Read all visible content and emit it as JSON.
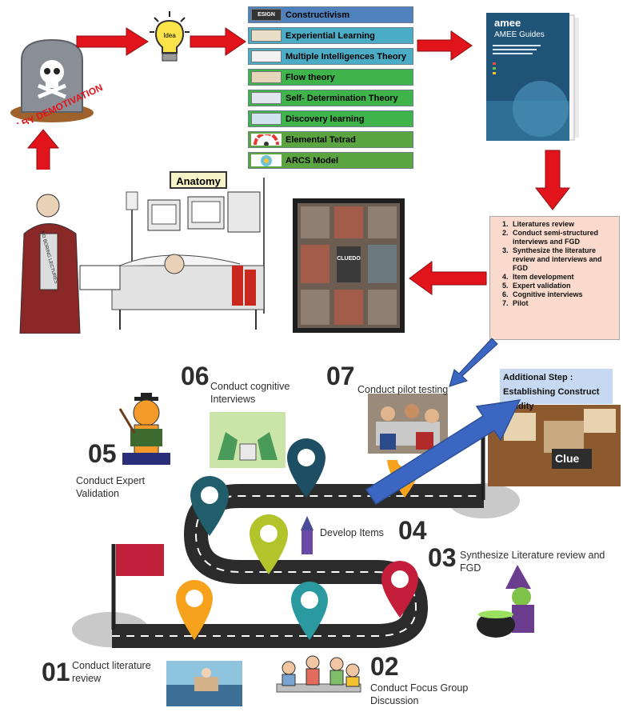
{
  "tombstone": {
    "label": "DEATH BY DEMOTIVATION"
  },
  "bulb": {
    "label": "Idea"
  },
  "theories": [
    {
      "label": "Constructivism",
      "thumb": "ESIGN"
    },
    {
      "label": "Experiential Learning"
    },
    {
      "label": "Multiple Intelligences Theory"
    },
    {
      "label": "Flow theory"
    },
    {
      "label": "Self- Determination Theory"
    },
    {
      "label": "Discovery learning"
    },
    {
      "label": "Elemental Tetrad"
    },
    {
      "label": "ARCS Model"
    }
  ],
  "theory_colors": [
    "#4f81bd",
    "#4bacc6",
    "#4bacc6",
    "#3eb44a",
    "#3eb44a",
    "#3eb44a",
    "#5aa540",
    "#5aa540"
  ],
  "amee": {
    "logo": "amee",
    "title": "AMEE Guides"
  },
  "anatomy": {
    "label": "Anatomy",
    "patient_sign": "NO BORING LECTURES"
  },
  "clue_board": {
    "label": "CLUEDO"
  },
  "steps_list": [
    "Literatures review",
    "Conduct semi-structured interviews and FGD",
    "Synthesize the literature review and interviews and FGD",
    "Item development",
    "Expert validation",
    "Cognitive interviews",
    "Pilot"
  ],
  "additional_step": "Additional Step : Establishing Construct Validity",
  "milestones": [
    {
      "num": "01",
      "caption": "Conduct literature review"
    },
    {
      "num": "02",
      "caption": "Conduct Focus Group Discussion"
    },
    {
      "num": "03",
      "caption": "Synthesize Literature review and FGD"
    },
    {
      "num": "04",
      "caption": "Develop Items"
    },
    {
      "num": "05",
      "caption": "Conduct Expert Validation"
    },
    {
      "num": "06",
      "caption": "Conduct cognitive Interviews"
    },
    {
      "num": "07",
      "caption": "Conduct pilot testing"
    }
  ],
  "clue_box": {
    "label": "Clue"
  },
  "colors": {
    "arrow_red": "#e2141b",
    "arrow_blue": "#3b67c2",
    "road": "#2b2b2b",
    "pin_orange": "#f6a21d",
    "pin_teal": "#2b9aa0",
    "pin_crimson": "#c41e3a",
    "pin_lime": "#b3c42a",
    "pin_dark_teal": "#1f5e6a",
    "pin_navy": "#1d4e63",
    "flag": "#c1203a"
  }
}
